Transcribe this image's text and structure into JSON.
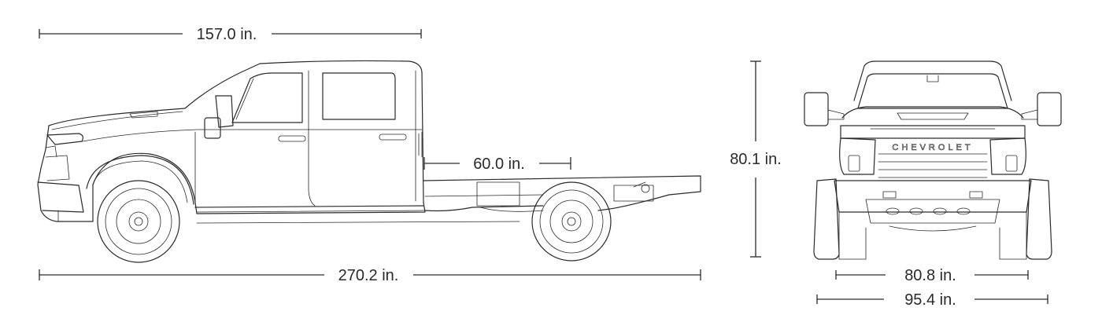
{
  "dimensions": {
    "cab_length": "157.0 in.",
    "frame_length": "60.0 in.",
    "overall_length": "270.2 in.",
    "overall_height": "80.1 in.",
    "rear_track": "80.8 in.",
    "overall_width": "95.4 in."
  },
  "grille_text": "CHEVROLET",
  "colors": {
    "line": "#2a2a2a",
    "background": "#ffffff"
  }
}
